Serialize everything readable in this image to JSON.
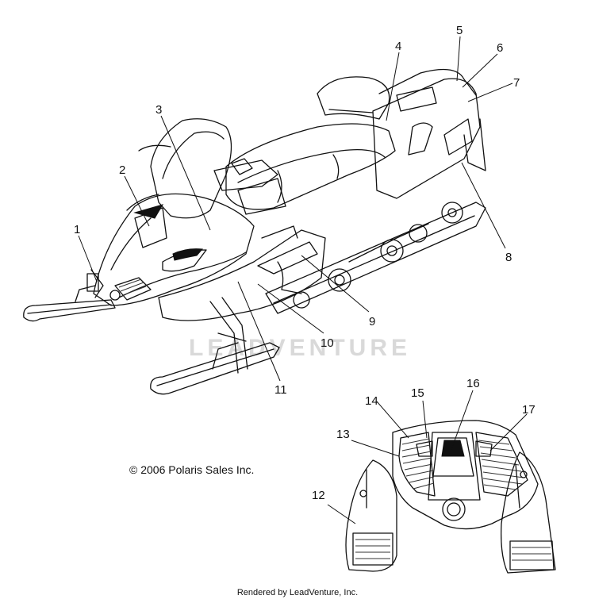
{
  "copyright": "© 2006 Polaris Sales Inc.",
  "rendered_by": "Rendered by LeadVenture, Inc.",
  "watermark": "LEADVENTURE",
  "callouts": [
    "1",
    "2",
    "3",
    "4",
    "5",
    "6",
    "7",
    "8",
    "9",
    "10",
    "11",
    "12",
    "13",
    "14",
    "15",
    "16",
    "17"
  ]
}
